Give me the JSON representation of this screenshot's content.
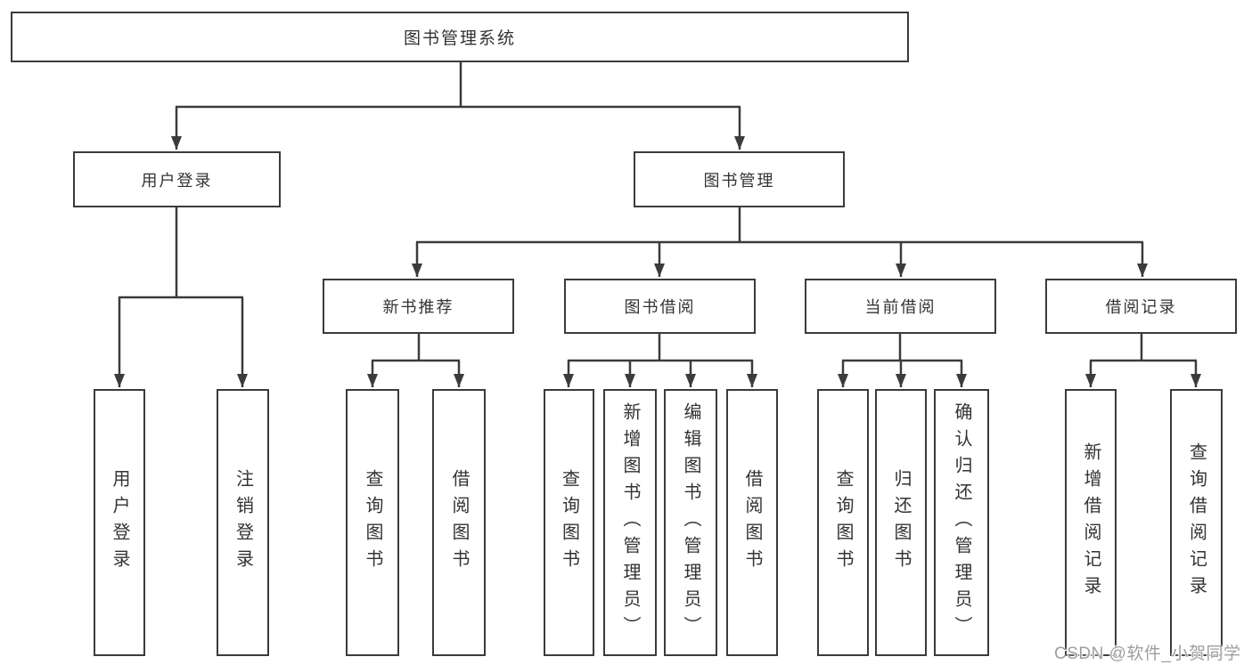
{
  "tree": {
    "label": "图书管理系统",
    "children": [
      {
        "label": "用户登录",
        "children": [
          {
            "label": "用户登录"
          },
          {
            "label": "注销登录"
          }
        ]
      },
      {
        "label": "图书管理",
        "children": [
          {
            "label": "新书推荐",
            "children": [
              {
                "label": "查询图书"
              },
              {
                "label": "借阅图书"
              }
            ]
          },
          {
            "label": "图书借阅",
            "children": [
              {
                "label": "查询图书"
              },
              {
                "label": "新增图书（管理员）"
              },
              {
                "label": "编辑图书（管理员）"
              },
              {
                "label": "借阅图书"
              }
            ]
          },
          {
            "label": "当前借阅",
            "children": [
              {
                "label": "查询图书"
              },
              {
                "label": "归还图书"
              },
              {
                "label": "确认归还（管理员）"
              }
            ]
          },
          {
            "label": "借阅记录",
            "children": [
              {
                "label": "新增借阅记录"
              },
              {
                "label": "查询借阅记录"
              }
            ]
          }
        ]
      }
    ]
  },
  "watermark": {
    "text": "CSDN @软件_小贺同学"
  },
  "colors": {
    "line": "#3b3b3b",
    "box_border": "#3b3b3b",
    "box_fill": "#ffffff",
    "text": "#333333",
    "watermark": "#9e9e9e",
    "background": "#ffffff"
  }
}
